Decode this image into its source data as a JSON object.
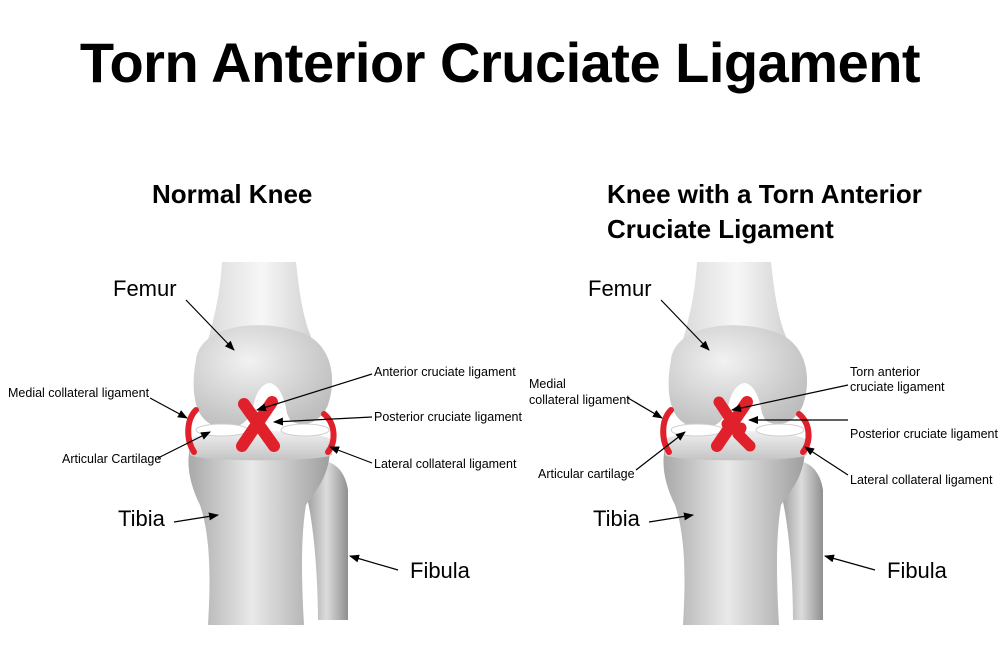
{
  "title": "Torn Anterior Cruciate Ligament",
  "colors": {
    "ligament": "#e0202a",
    "bone_light": "#f2f2f2",
    "bone_dark": "#b9b9b9"
  },
  "normal": {
    "heading": "Normal Knee",
    "labels": {
      "femur": "Femur",
      "tibia": "Tibia",
      "fibula": "Fibula",
      "medial_collateral": "Medial collateral ligament",
      "articular_cartilage": "Articular Cartilage",
      "anterior_cruciate": "Anterior cruciate ligament",
      "posterior_cruciate": "Posterior cruciate ligament",
      "lateral_collateral": "Lateral collateral ligament"
    }
  },
  "torn": {
    "heading_line1": "Knee with a Torn Anterior",
    "heading_line2": "Cruciate Ligament",
    "labels": {
      "femur": "Femur",
      "tibia": "Tibia",
      "fibula": "Fibula",
      "medial_line1": "Medial",
      "medial_line2": "collateral ligament",
      "articular_cartilage": "Articular cartilage",
      "torn_line1": "Torn anterior",
      "torn_line2": "cruciate ligament",
      "posterior_cruciate": "Posterior cruciate ligament",
      "lateral_collateral": "Lateral collateral ligament"
    }
  }
}
